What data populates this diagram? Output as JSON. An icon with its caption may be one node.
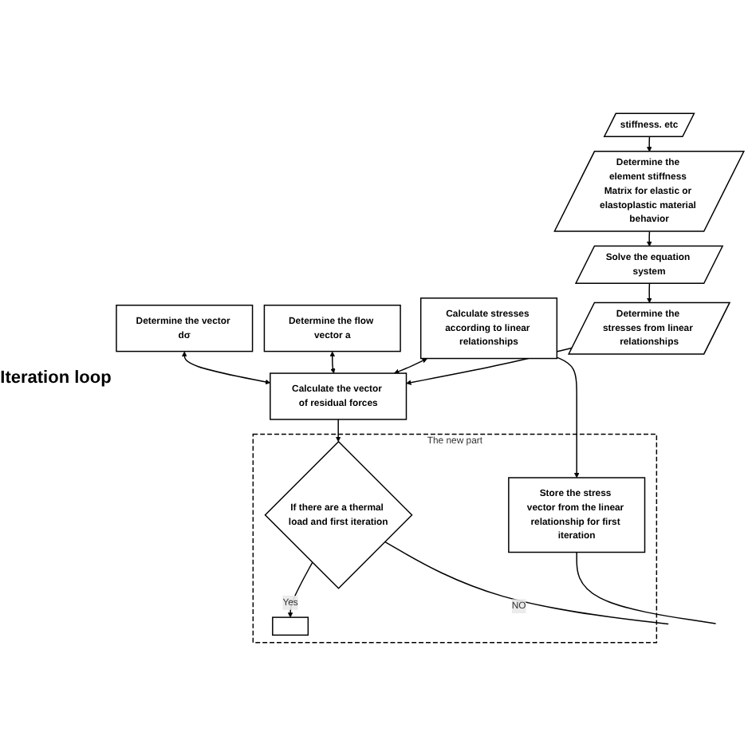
{
  "diagram": {
    "nodes": [
      {
        "text": [
          "stiffness. etc"
        ]
      },
      {
        "text": [
          "Determine the element stiffness Matrix for elastic or elastoplastic material behavior"
        ]
      },
      {
        "text": [
          "Solve the equation system"
        ]
      },
      {
        "text": [
          "Determine the stresses from linear relationships"
        ]
      },
      {
        "text": [
          "Calculate stresses according to linear relationships"
        ]
      },
      {
        "text": [
          "Determine the flow vector a"
        ]
      },
      {
        "text": [
          "Determine the vector dσ"
        ]
      },
      {
        "text": [
          "Calculate the vector of residual forces"
        ]
      },
      {
        "text": [
          "The new part"
        ]
      },
      {
        "text": [
          "Store the stress vector from the linear relationship for first iteration"
        ],
        "in": 8
      },
      {
        "text": [
          "If there are a thermal load and first iteration"
        ],
        "in": 8
      },
      {
        "text": [],
        "shape": "box",
        "in": 8
      }
    ],
    "edges": [
      {
        "from": 0,
        "to": 1,
        "arrow": "to"
      },
      {
        "from": 1,
        "to": 2,
        "arrow": "to"
      },
      {
        "from": 2,
        "to": 3,
        "arrow": "to"
      },
      {
        "from": 3,
        "to": 7,
        "arrow": "to"
      },
      {
        "from": 4,
        "to": 7,
        "arrow": "both"
      },
      {
        "from": 5,
        "to": 7,
        "arrow": "both"
      },
      {
        "from": 6,
        "to": 7,
        "arrow": "both"
      },
      {
        "from": 4,
        "to": 9,
        "arrow": "to"
      },
      {
        "from": 7,
        "to": 10,
        "arrow": "to"
      },
      {
        "from": 10,
        "to": 11,
        "label": "Yes",
        "arrow": "to"
      },
      {
        "from": 10,
        "to": null,
        "label": "NO",
        "arrow": "none"
      },
      {
        "from": 9,
        "to": null,
        "arrow": "none"
      }
    ],
    "labels": [
      "Iteration loop"
    ]
  }
}
